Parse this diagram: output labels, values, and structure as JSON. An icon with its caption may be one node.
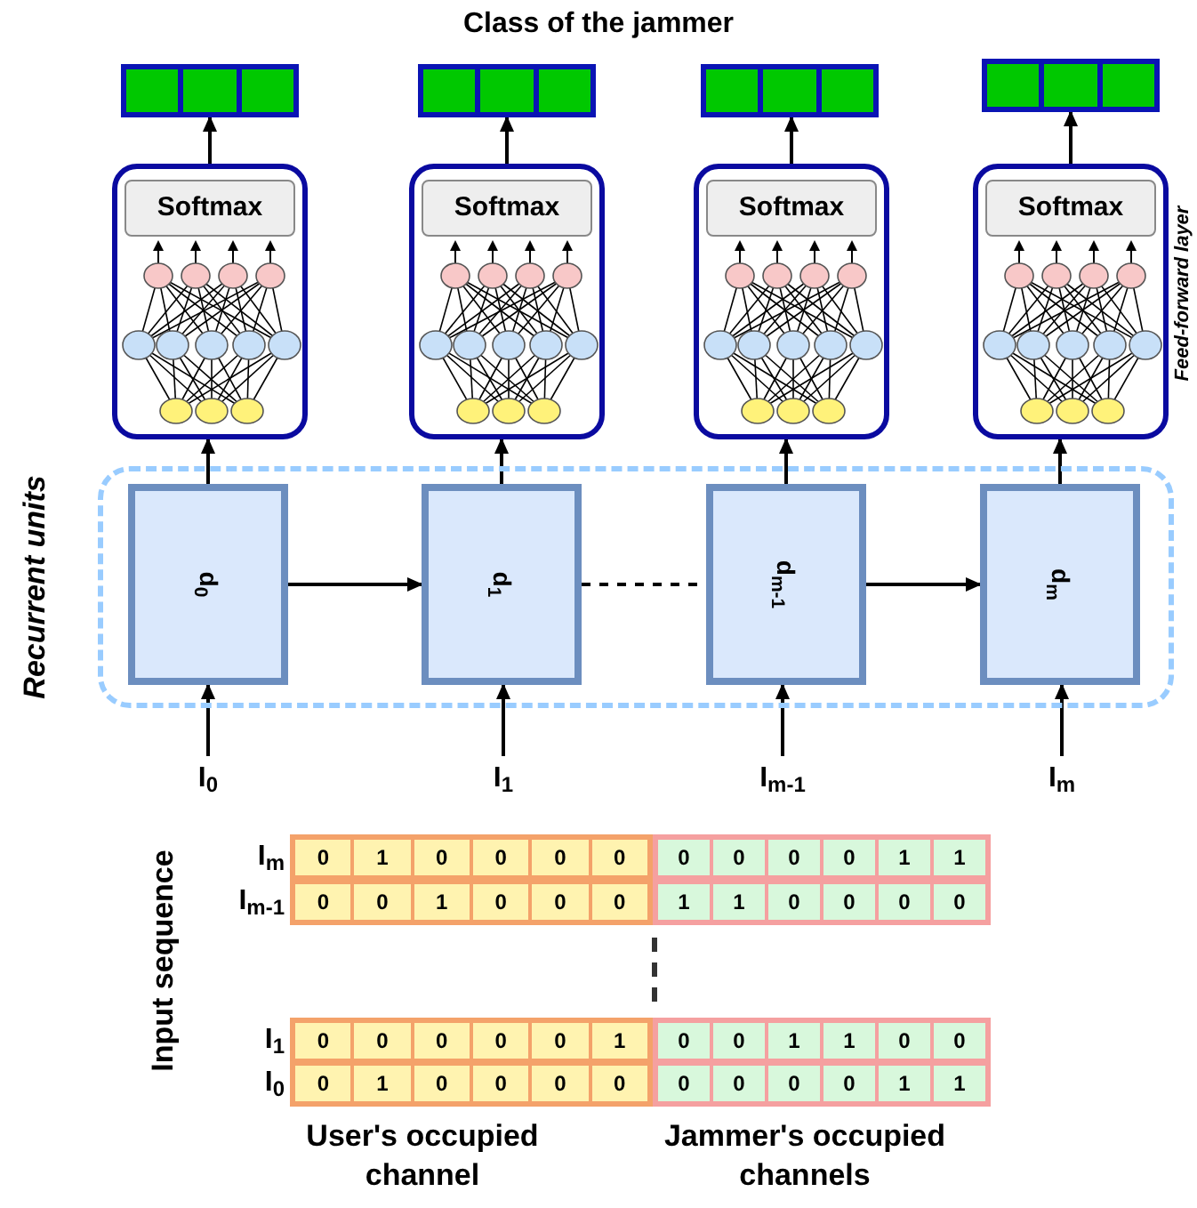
{
  "diagram": {
    "title": "Class of the jammer",
    "nodes": [
      {
        "text": [],
        "shape": "bar"
      },
      {
        "text": [],
        "shape": "bar"
      },
      {
        "text": [],
        "shape": "bar"
      },
      {
        "text": [],
        "shape": "bar"
      },
      {
        "text": [],
        "shape": "box"
      },
      {
        "text": [
          "Softmax"
        ],
        "in": 4
      },
      {
        "text": [],
        "shape": "box"
      },
      {
        "text": [
          "Softmax"
        ],
        "in": 6
      },
      {
        "text": [],
        "shape": "box"
      },
      {
        "text": [
          "Softmax"
        ],
        "in": 8
      },
      {
        "text": [],
        "shape": "box"
      },
      {
        "text": [
          "Softmax"
        ],
        "in": 10
      },
      {
        "text": [
          "Recurrent units"
        ]
      },
      {
        "text": [
          "d$_{0}$"
        ],
        "in": 12
      },
      {
        "text": [
          "d$_{1}$"
        ],
        "in": 12
      },
      {
        "text": [
          "d$_{m-1}$"
        ],
        "in": 12
      },
      {
        "text": [
          "d$_{m}$"
        ],
        "in": 12
      },
      {
        "text": [
          "I$_{0}$"
        ]
      },
      {
        "text": [
          "I$_{1}$"
        ]
      },
      {
        "text": [
          "I$_{m-1}$"
        ]
      },
      {
        "text": [
          "I$_{m}$"
        ]
      }
    ],
    "edges": [
      {
        "from": 4,
        "to": 0,
        "arrow": "to"
      },
      {
        "from": 6,
        "to": 1,
        "arrow": "to"
      },
      {
        "from": 8,
        "to": 2,
        "arrow": "to"
      },
      {
        "from": 10,
        "to": 3,
        "arrow": "to"
      },
      {
        "from": 13,
        "to": 4,
        "arrow": "to"
      },
      {
        "from": 14,
        "to": 6,
        "arrow": "to"
      },
      {
        "from": 15,
        "to": 8,
        "arrow": "to"
      },
      {
        "from": 16,
        "to": 10,
        "arrow": "to"
      },
      {
        "from": 13,
        "to": 14,
        "arrow": "to"
      },
      {
        "from": 14,
        "to": 15,
        "arrow": "none",
        "style": "dashed"
      },
      {
        "from": 15,
        "to": 16,
        "arrow": "to"
      },
      {
        "from": 17,
        "to": 13,
        "arrow": "to"
      },
      {
        "from": 18,
        "to": 14,
        "arrow": "to"
      },
      {
        "from": 19,
        "to": 15,
        "arrow": "to"
      },
      {
        "from": 20,
        "to": 16,
        "arrow": "to"
      }
    ],
    "labels": [
      "Feed-forward layer",
      "Input sequence",
      "I$_{m}$",
      "0",
      "1",
      "0",
      "0",
      "0",
      "0",
      "0",
      "0",
      "0",
      "0",
      "1",
      "1",
      "I$_{m-1}$",
      "0",
      "0",
      "1",
      "0",
      "0",
      "0",
      "1",
      "1",
      "0",
      "0",
      "0",
      "0",
      "I$_{1}$",
      "0",
      "0",
      "0",
      "0",
      "0",
      "1",
      "0",
      "0",
      "1",
      "1",
      "0",
      "0",
      "I$_{0}$",
      "0",
      "1",
      "0",
      "0",
      "0",
      "0",
      "0",
      "0",
      "0",
      "0",
      "1",
      "1",
      "User's occupied channel",
      "Jammer's occupied channels"
    ]
  }
}
